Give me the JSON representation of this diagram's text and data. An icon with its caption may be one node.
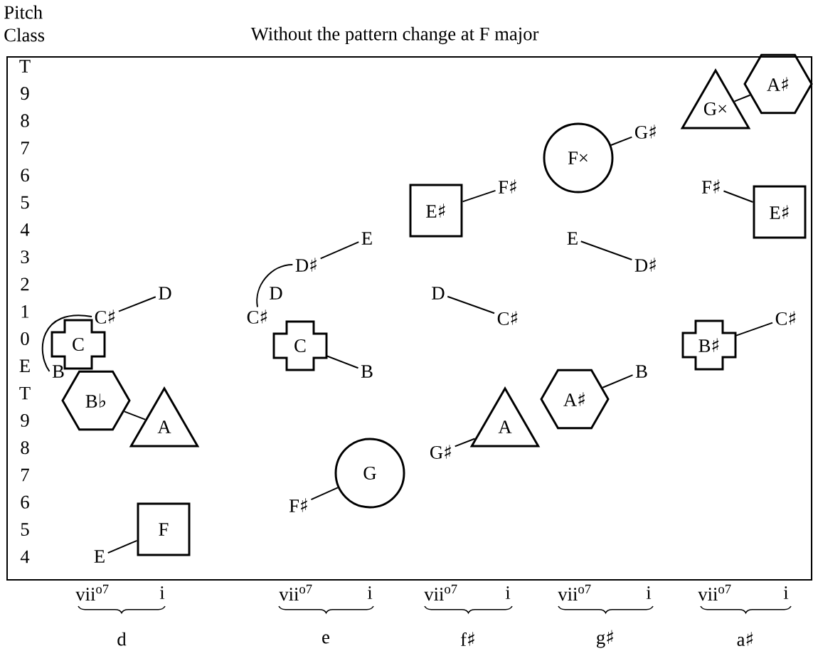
{
  "diagram": {
    "title": "Without the pattern change at F major",
    "nodes": [
      {
        "text": [
          "C"
        ]
      },
      {
        "text": [
          "C♯"
        ]
      },
      {
        "text": [
          "D"
        ]
      },
      {
        "text": [
          "B"
        ]
      },
      {
        "text": [
          "B♭"
        ]
      },
      {
        "text": [
          "A"
        ]
      },
      {
        "text": [
          "F"
        ]
      },
      {
        "text": [
          "E"
        ]
      },
      {
        "text": [
          "C♯"
        ]
      },
      {
        "text": [
          "D♯"
        ]
      },
      {
        "text": [
          "E"
        ]
      },
      {
        "text": [
          "C"
        ]
      },
      {
        "text": [
          "B"
        ]
      },
      {
        "text": [
          "G"
        ]
      },
      {
        "text": [
          "F♯"
        ]
      },
      {
        "text": [
          "E♯"
        ]
      },
      {
        "text": [
          "F♯"
        ]
      },
      {
        "text": [
          "D"
        ]
      },
      {
        "text": [
          "C♯"
        ]
      },
      {
        "text": [
          "A"
        ]
      },
      {
        "text": [
          "G♯"
        ]
      },
      {
        "text": [
          "F×"
        ]
      },
      {
        "text": [
          "G♯"
        ]
      },
      {
        "text": [
          "E"
        ]
      },
      {
        "text": [
          "D♯"
        ]
      },
      {
        "text": [
          "A♯"
        ]
      },
      {
        "text": [
          "B"
        ]
      },
      {
        "text": [
          "G×"
        ]
      },
      {
        "text": [
          "A♯"
        ]
      },
      {
        "text": [
          "F♯"
        ]
      },
      {
        "text": [
          "E♯"
        ]
      },
      {
        "text": [
          "B♯"
        ]
      },
      {
        "text": [
          "C♯"
        ]
      }
    ],
    "edges": [
      {
        "from": 1,
        "to": 2,
        "arrow": "none"
      },
      {
        "from": 3,
        "to": 1,
        "arrow": "none"
      },
      {
        "from": 4,
        "to": 5,
        "arrow": "none"
      },
      {
        "from": 7,
        "to": 6,
        "arrow": "none"
      },
      {
        "from": 8,
        "to": 9,
        "arrow": "none"
      },
      {
        "from": 9,
        "to": 10,
        "arrow": "none"
      },
      {
        "from": 11,
        "to": 12,
        "arrow": "none"
      },
      {
        "from": 14,
        "to": 13,
        "arrow": "none"
      },
      {
        "from": 15,
        "to": 16,
        "arrow": "none"
      },
      {
        "from": 17,
        "to": 18,
        "arrow": "none"
      },
      {
        "from": 20,
        "to": 19,
        "arrow": "none"
      },
      {
        "from": 21,
        "to": 22,
        "arrow": "none"
      },
      {
        "from": 23,
        "to": 24,
        "arrow": "none"
      },
      {
        "from": 25,
        "to": 26,
        "arrow": "none"
      },
      {
        "from": 27,
        "to": 28,
        "arrow": "none"
      },
      {
        "from": 29,
        "to": 30,
        "arrow": "none"
      },
      {
        "from": 31,
        "to": 32,
        "arrow": "none"
      }
    ],
    "labels": [
      "Pitch Class",
      "T",
      "9",
      "8",
      "7",
      "6",
      "5",
      "4",
      "3",
      "2",
      "1",
      "0",
      "E",
      "T",
      "9",
      "8",
      "7",
      "6",
      "5",
      "4",
      "D",
      "vii$^{o7}$",
      "i",
      "vii$^{o7}$",
      "i",
      "vii$^{o7}$",
      "i",
      "vii$^{o7}$",
      "i",
      "vii$^{o7}$",
      "i",
      "d",
      "e",
      "f♯",
      "g♯",
      "a♯"
    ]
  }
}
